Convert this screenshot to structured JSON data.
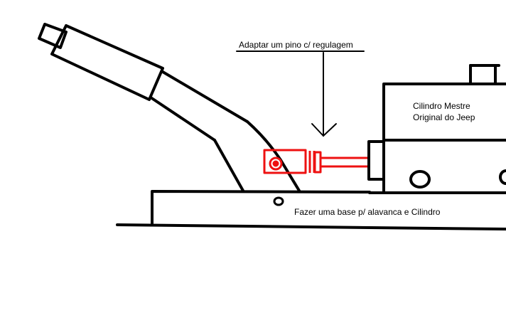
{
  "annotations": {
    "pin_note": "Adaptar um pino c/ regulagem",
    "cylinder_line1": "Cilindro Mestre",
    "cylinder_line2": "Original do Jeep",
    "base_note": "Fazer uma base p/ alavanca e Cilindro"
  },
  "colors": {
    "ink": "#000000",
    "highlight": "#ee1111",
    "background": "#ffffff"
  }
}
